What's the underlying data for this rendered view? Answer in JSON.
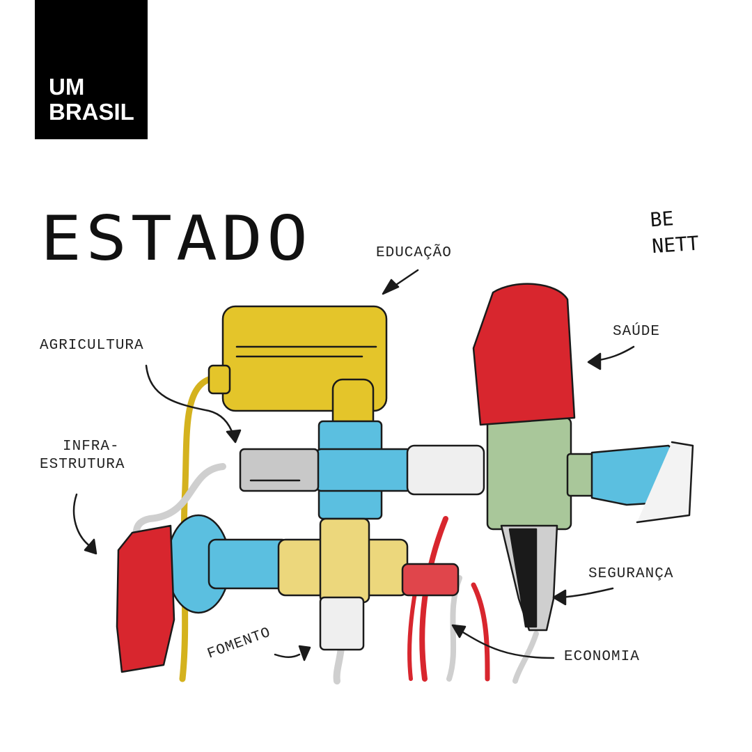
{
  "brand": {
    "line1": "UM",
    "line2": "BRASIL"
  },
  "title": "ESTADO",
  "signature": {
    "line1": "BE",
    "line2": "NETT"
  },
  "labels": {
    "educacao": "EDUCAÇÃO",
    "saude": "SAÚDE",
    "agricultura": "AGRICULTURA",
    "infra_line1": "INFRA-",
    "infra_line2": "ESTRUTURA",
    "seguranca": "SEGURANÇA",
    "fomento": "FOMENTO",
    "economia": "ECONOMIA"
  },
  "colors": {
    "yellow": "#e4c52a",
    "pale_yellow": "#ecd77c",
    "red": "#d8262e",
    "blue": "#5bbfe0",
    "green": "#a9c79a",
    "grey": "#c8c8c8",
    "black": "#1a1a1a"
  }
}
